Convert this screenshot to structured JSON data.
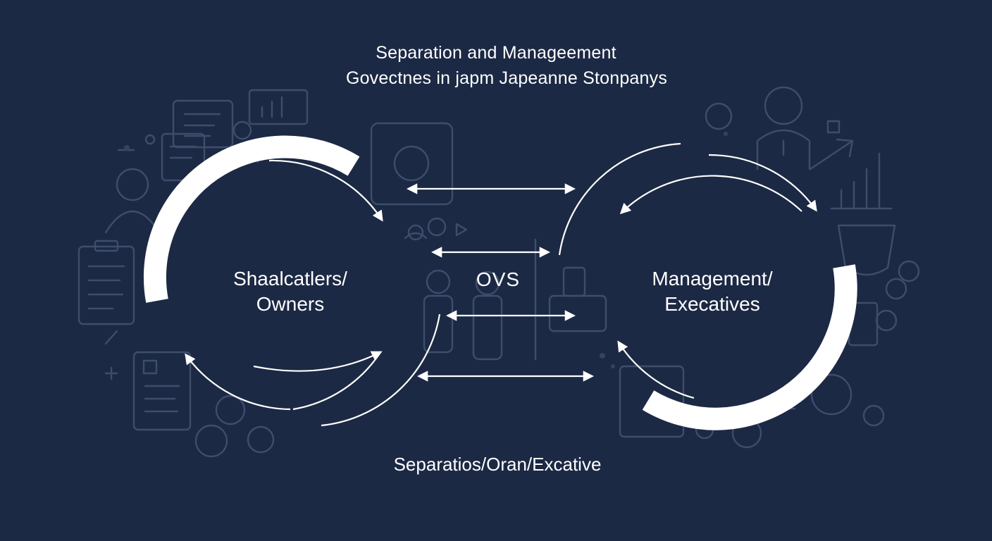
{
  "title": {
    "line1": "Separation and Manageement",
    "line2": "Govectnes in japm Japeanne Stonpanys"
  },
  "nodes": {
    "left": {
      "line1": "Shaalcatlers/",
      "line2": "Owners"
    },
    "right": {
      "line1": "Management/",
      "line2": "Execatives"
    }
  },
  "center_label": "OVS",
  "footer_caption": "Separatios/Oran/Excative",
  "colors": {
    "background": "#1c2944",
    "foreground": "#ffffff",
    "background_icons": "#3d4d6c"
  },
  "decorative_icons": [
    "document-icon",
    "bar-chart-icon",
    "user-icon",
    "clipboard-icon",
    "dollar-coin-icon",
    "question-bubble-icon",
    "facebook-icon",
    "settings-panel-icon",
    "team-icon",
    "presenter-icon",
    "growth-chart-icon",
    "briefcase-person-icon",
    "speech-bubble-icon"
  ]
}
